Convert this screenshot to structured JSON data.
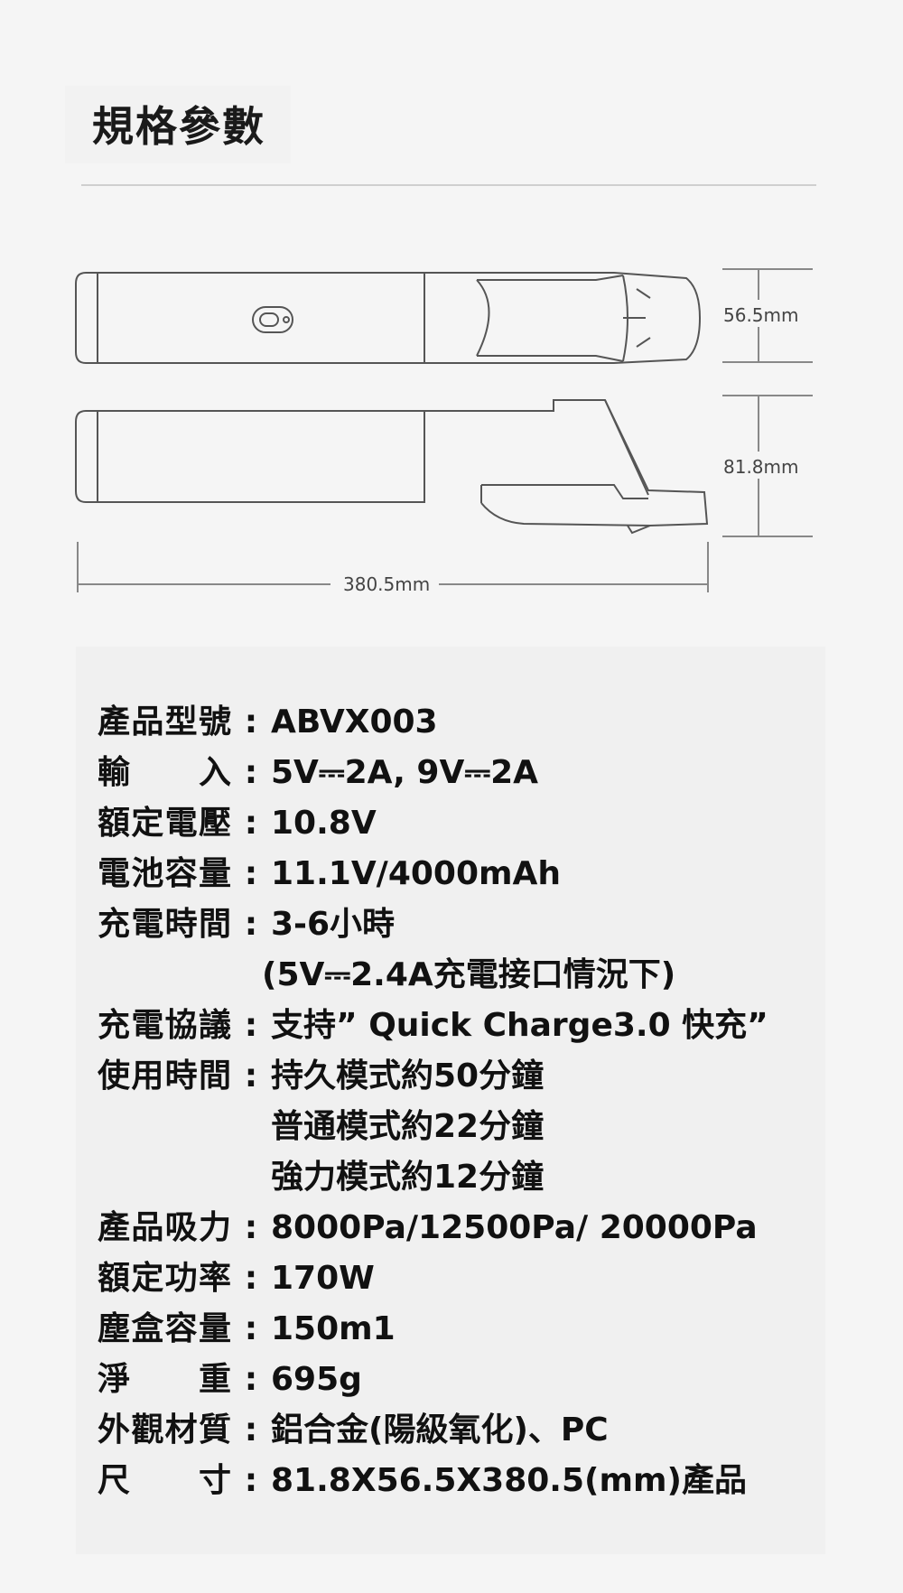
{
  "page_title": "規格參數",
  "dimensions": {
    "height_top": "56.5mm",
    "height_side": "81.8mm",
    "length": "380.5mm"
  },
  "specs": [
    {
      "label": "產品型號",
      "value": "ABVX003"
    },
    {
      "label": "輸入",
      "value": "5V⎓2A, 9V⎓2A"
    },
    {
      "label": "額定電壓",
      "value": "10.8V"
    },
    {
      "label": "電池容量",
      "value": "11.1V/4000mAh"
    },
    {
      "label": "充電時間",
      "value": "3-6小時"
    },
    {
      "label": "",
      "value": "(5V⎓2.4A充電接口情況下)"
    },
    {
      "label": "充電協議",
      "value": "支持” Quick Charge3.0 快充”"
    },
    {
      "label": "使用時間",
      "value": "持久模式約50分鐘"
    },
    {
      "label": "",
      "value": "普通模式約22分鐘"
    },
    {
      "label": "",
      "value": "強力模式約12分鐘"
    },
    {
      "label": "產品吸力",
      "value": "8000Pa/12500Pa/ 20000Pa"
    },
    {
      "label": "額定功率",
      "value": "170W"
    },
    {
      "label": "塵盒容量",
      "value": "150m1"
    },
    {
      "label": "淨重",
      "value": "695g"
    },
    {
      "label": "外觀材質",
      "value": "鋁合金(陽級氧化)、PC"
    },
    {
      "label": "尺寸",
      "value": "81.8X56.5X380.5(mm)產品"
    }
  ],
  "separator": ":"
}
